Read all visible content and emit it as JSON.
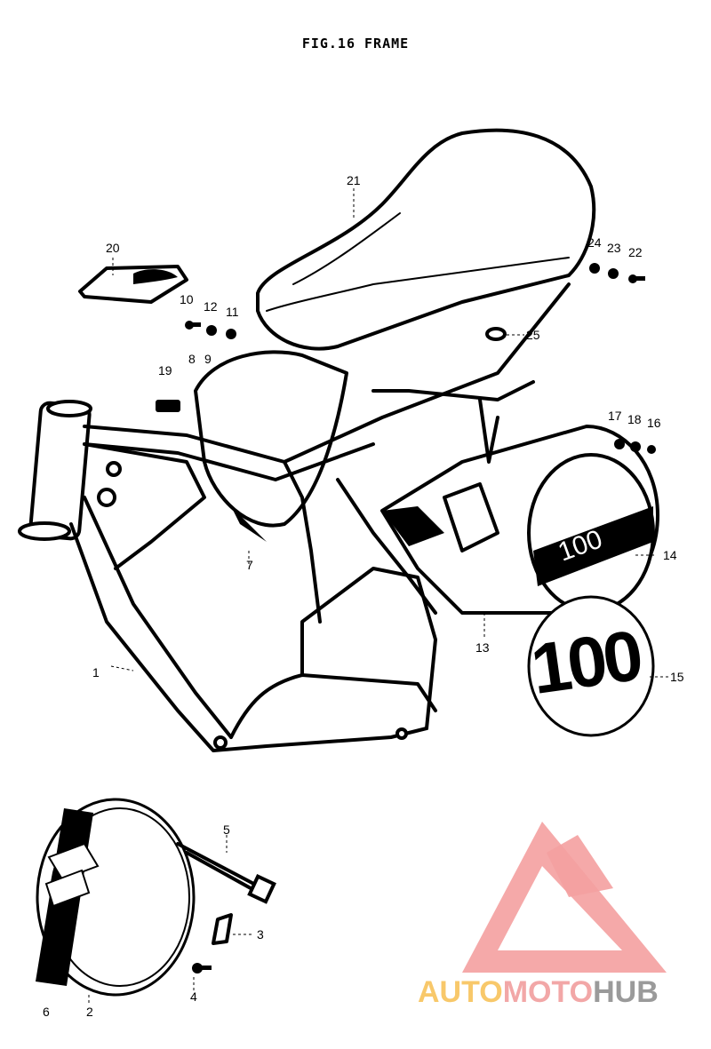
{
  "title": "FIG.16  FRAME",
  "callouts": {
    "c1": "1",
    "c2": "2",
    "c3": "3",
    "c4": "4",
    "c5": "5",
    "c6": "6",
    "c7": "7",
    "c8": "8",
    "c9": "9",
    "c10": "10",
    "c11": "11",
    "c12": "12",
    "c13": "13",
    "c14": "14",
    "c15": "15",
    "c16": "16",
    "c17": "17",
    "c18": "18",
    "c19": "19",
    "c20": "20",
    "c21": "21",
    "c22": "22",
    "c23": "23",
    "c24": "24",
    "c25": "25"
  },
  "emblem_text": "100",
  "decal_text": "100",
  "watermark": {
    "part1": "AUTO",
    "part2": "MOTO",
    "part3": "HUB",
    "colors": {
      "auto": "#f8c86a",
      "moto": "#f2a7a7",
      "hub": "#9a9a9a",
      "triangle": "#f4a0a0"
    }
  }
}
